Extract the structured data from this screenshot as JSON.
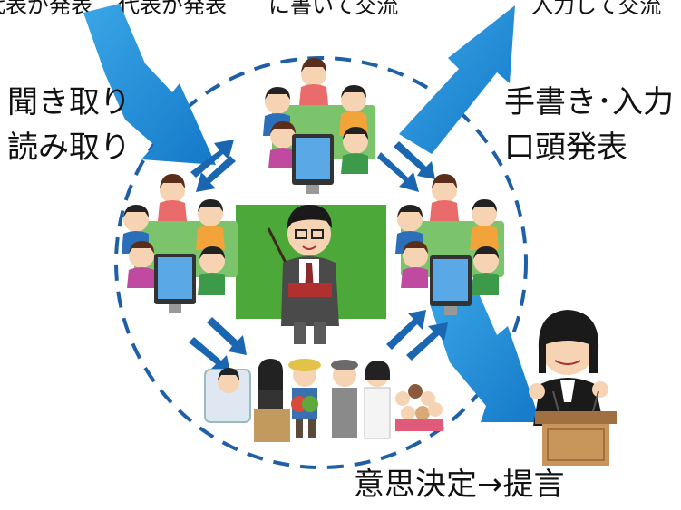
{
  "header": {
    "items": [
      "代表が発表",
      "代表が発表",
      "に書いて交流",
      "入力して交流"
    ]
  },
  "labels": {
    "left_line1": "聞き取り",
    "left_line2": "読み取り",
    "right_line1": "手書き･入力",
    "right_line2": "口頭発表",
    "bottom": "意思決定→提言"
  },
  "colors": {
    "arrow_light": "#1e8fd8",
    "arrow_dark": "#1a66b0",
    "circle": "#1f5fa8",
    "board": "#4da83a"
  },
  "icons": [
    "teacher-icon",
    "group-icon",
    "tablet-icon",
    "community-icon",
    "presenter-icon",
    "podium-icon"
  ]
}
